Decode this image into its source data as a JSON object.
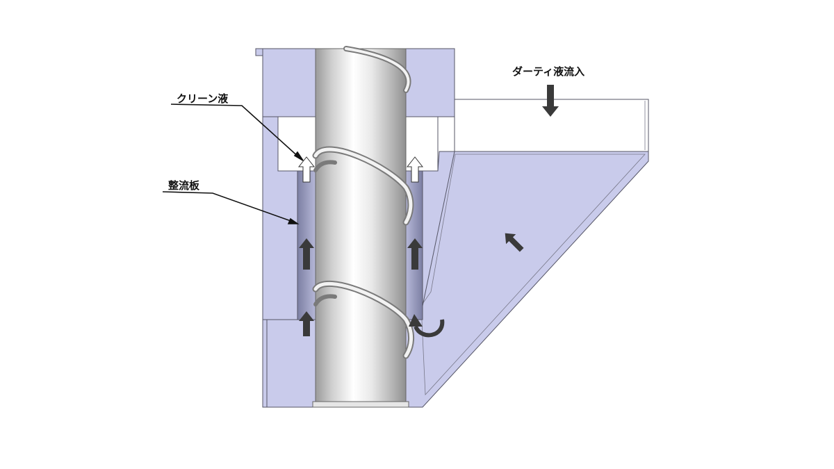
{
  "labels": {
    "dirty_inflow": "ダーティ液流入",
    "clean_liquid": "クリーン液",
    "straightening_plate": "整流板"
  },
  "colors": {
    "body_fill": "#c9cbeb",
    "outline": "#555566",
    "plate_dark": "#8e91b4",
    "arrow_dark": "#3a3a3a",
    "arrow_light": "#ffffff"
  }
}
